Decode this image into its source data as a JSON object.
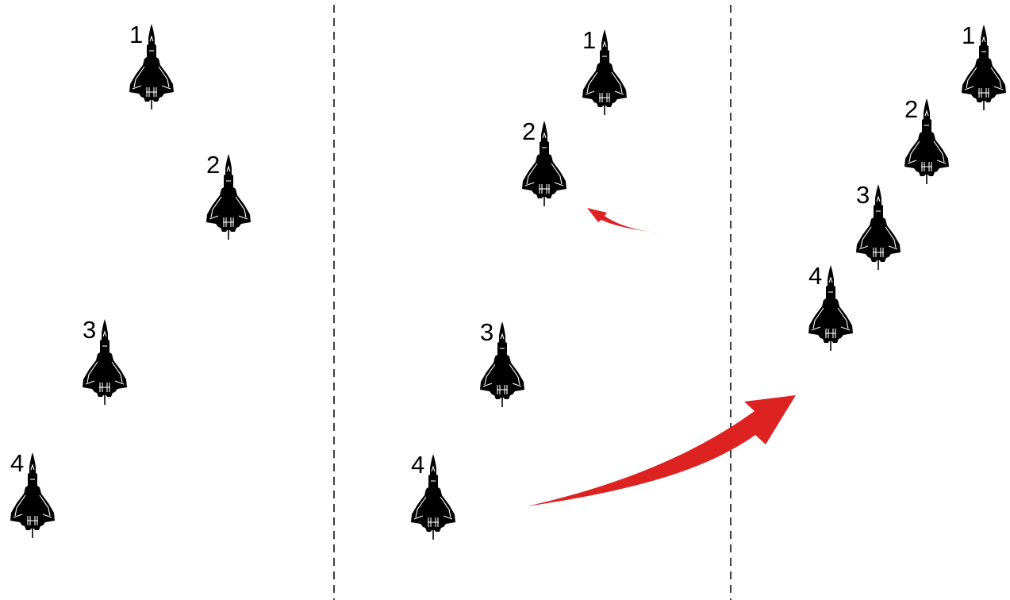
{
  "colors": {
    "background": "#ffffff",
    "aircraft": "#000000",
    "arrow": "#dd2222",
    "divider": "#000000"
  },
  "icons": {
    "aircraft": "fighter-jet-icon",
    "maneuver": "curved-arrow-icon"
  },
  "panels": [
    {
      "name": "panel-1",
      "aircraft": [
        {
          "label": "1"
        },
        {
          "label": "2"
        },
        {
          "label": "3"
        },
        {
          "label": "4"
        }
      ]
    },
    {
      "name": "panel-2",
      "aircraft": [
        {
          "label": "1"
        },
        {
          "label": "2"
        },
        {
          "label": "3"
        },
        {
          "label": "4"
        }
      ]
    },
    {
      "name": "panel-3",
      "aircraft": [
        {
          "label": "1"
        },
        {
          "label": "2"
        },
        {
          "label": "3"
        },
        {
          "label": "4"
        }
      ]
    }
  ]
}
